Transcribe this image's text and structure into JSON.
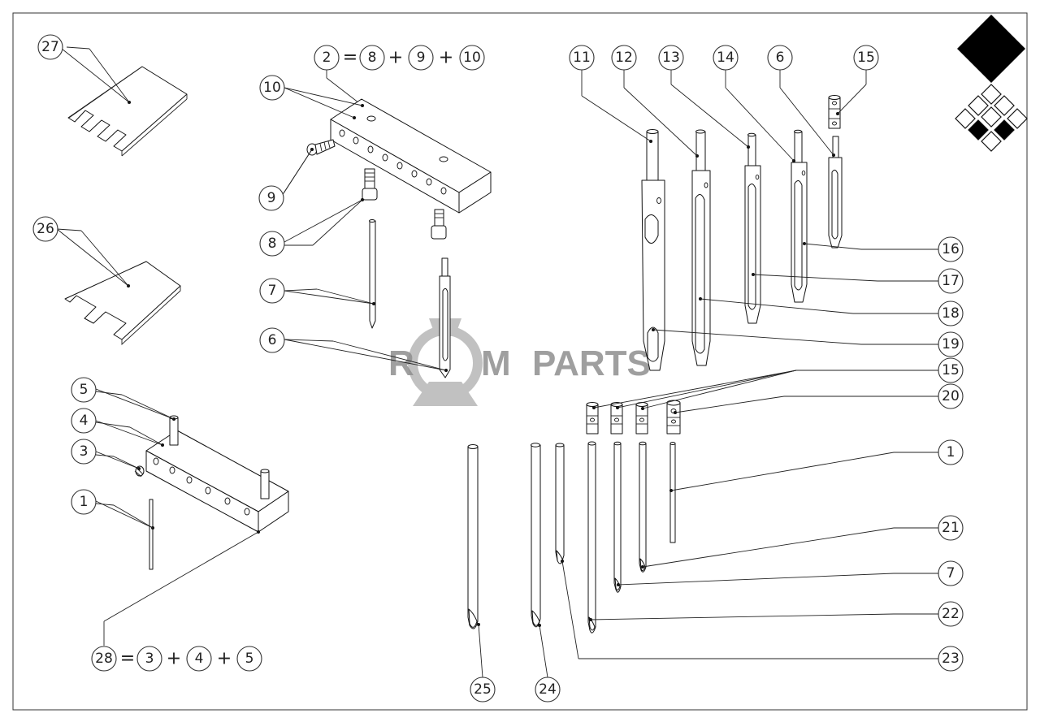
{
  "watermark": {
    "letter_r": "R",
    "letter_m": "M",
    "word": "PARTS",
    "color": "#8f8f8f"
  },
  "formulas": {
    "f2": {
      "result": "2",
      "op_eq": "=",
      "op_plus": "+",
      "terms": [
        "8",
        "9",
        "10"
      ]
    },
    "f28": {
      "result": "28",
      "op_eq": "=",
      "op_plus": "+",
      "terms": [
        "3",
        "4",
        "5"
      ]
    }
  },
  "callouts": {
    "c27": "27",
    "c26": "26",
    "c10": "10",
    "c9": "9",
    "c8": "8",
    "c7": "7",
    "c6": "6",
    "c5": "5",
    "c4": "4",
    "c3": "3",
    "c1": "1",
    "t11": "11",
    "t12": "12",
    "t13": "13",
    "t14": "14",
    "t6": "6",
    "t15": "15",
    "r16": "16",
    "r17": "17",
    "r18": "18",
    "r19": "19",
    "r15": "15",
    "r20": "20",
    "r1": "1",
    "r21": "21",
    "r7": "7",
    "r22": "22",
    "r23": "23",
    "b25": "25",
    "b24": "24"
  },
  "colors": {
    "line": "#111111",
    "logo_fill": "#000000"
  }
}
